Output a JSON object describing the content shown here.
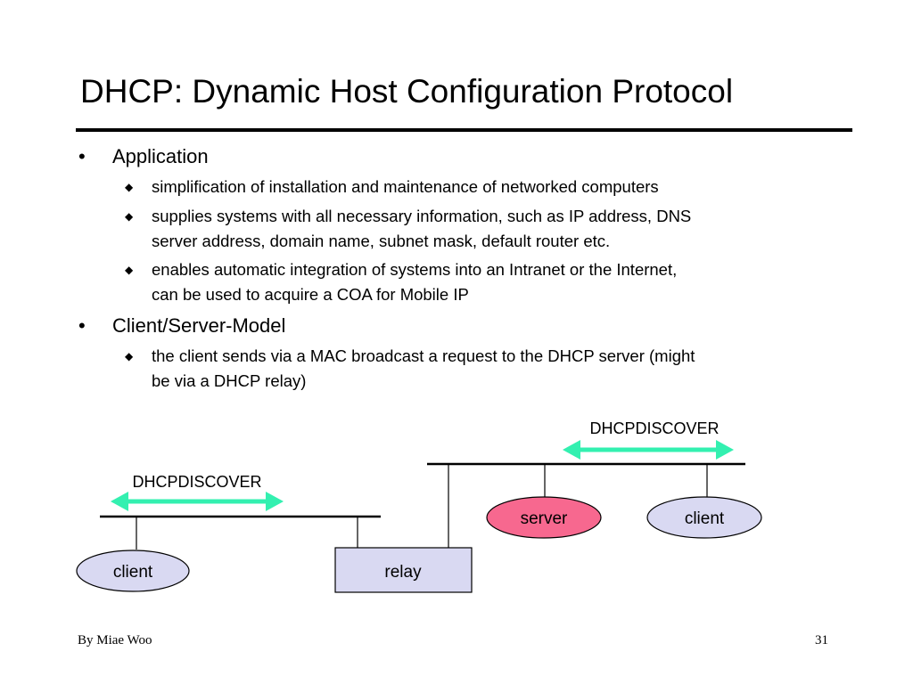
{
  "slide": {
    "title": "DHCP: Dynamic Host Configuration Protocol",
    "footer_author": "By Miae Woo",
    "page_number": "31"
  },
  "bullets": [
    {
      "text": "Application",
      "sub": [
        [
          "simplification of installation and maintenance of networked computers"
        ],
        [
          "supplies systems with all necessary information, such as IP address, DNS",
          "server address, domain name, subnet mask, default router etc."
        ],
        [
          "enables automatic integration of systems into an Intranet or the Internet,",
          "can be used to acquire a COA for Mobile IP"
        ]
      ]
    },
    {
      "text": "Client/Server-Model",
      "sub": [
        [
          "the client sends via a MAC broadcast a request to the DHCP server (might",
          "be via a DHCP relay)"
        ]
      ]
    }
  ],
  "diagram": {
    "left_arrow_label": "DHCPDISCOVER",
    "right_arrow_label": "DHCPDISCOVER",
    "left_client_label": "client",
    "relay_label": "relay",
    "server_label": "server",
    "right_client_label": "client",
    "colors": {
      "arrow": "#33f0b0",
      "node_fill": "#d9d9f2",
      "server_fill": "#f7688f",
      "line": "#000000"
    }
  }
}
